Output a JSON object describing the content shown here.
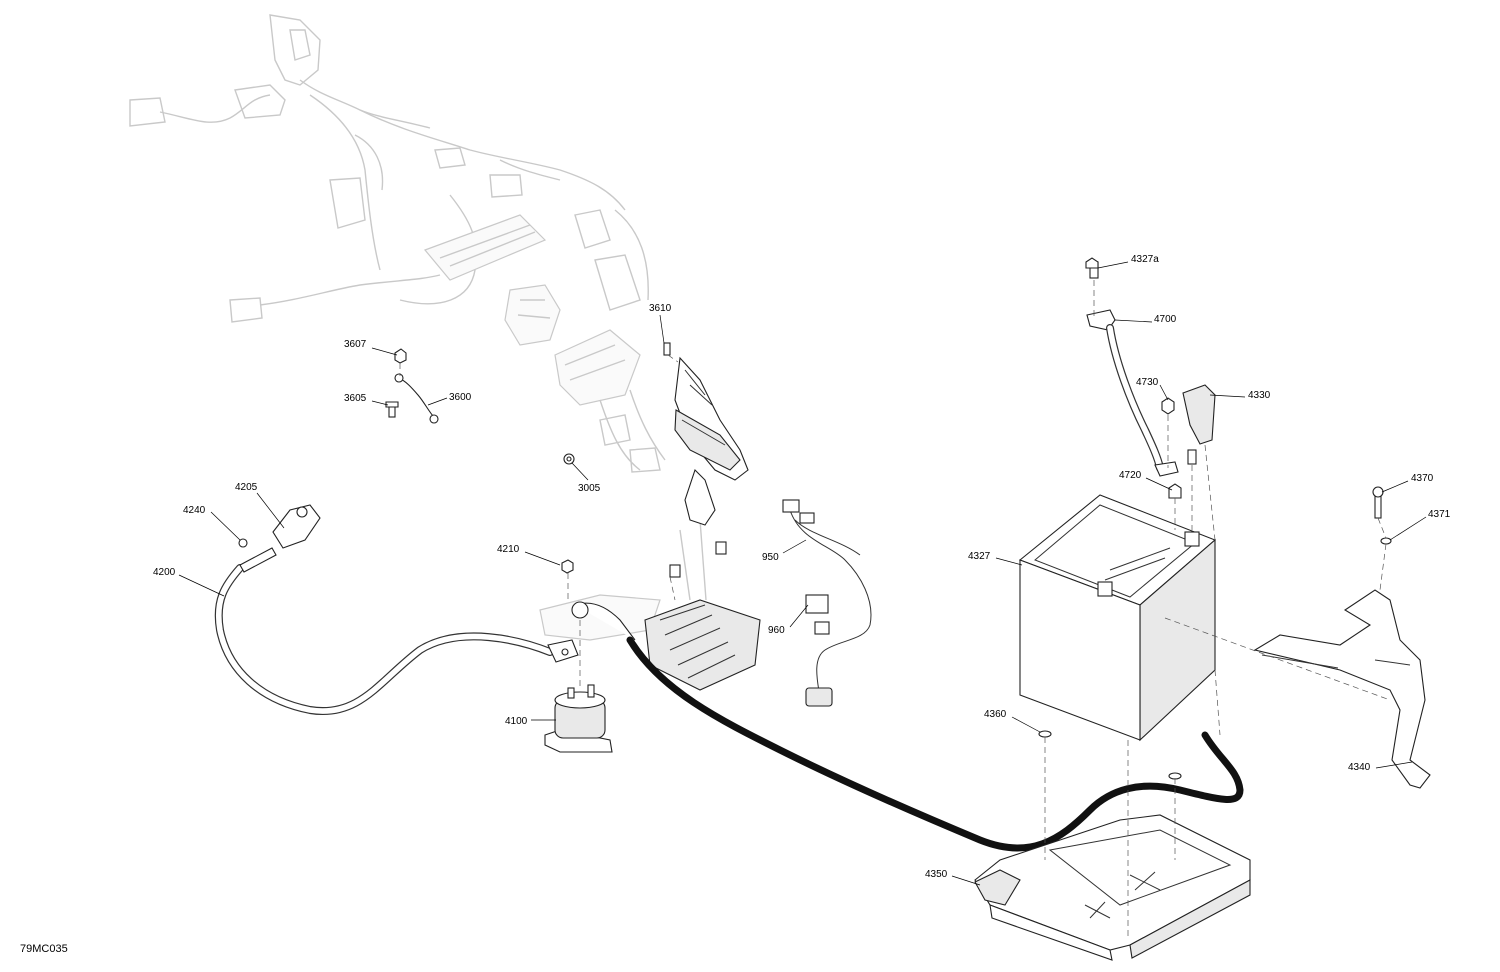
{
  "diagram_code": "79MC035",
  "callouts": [
    {
      "id": "3607",
      "label": "3607"
    },
    {
      "id": "3605",
      "label": "3605"
    },
    {
      "id": "3600",
      "label": "3600"
    },
    {
      "id": "3610",
      "label": "3610"
    },
    {
      "id": "3005",
      "label": "3005"
    },
    {
      "id": "4205",
      "label": "4205"
    },
    {
      "id": "4240",
      "label": "4240"
    },
    {
      "id": "4200",
      "label": "4200"
    },
    {
      "id": "4210",
      "label": "4210"
    },
    {
      "id": "4100",
      "label": "4100"
    },
    {
      "id": "950",
      "label": "950"
    },
    {
      "id": "960",
      "label": "960"
    },
    {
      "id": "4327a",
      "label": "4327a"
    },
    {
      "id": "4700",
      "label": "4700"
    },
    {
      "id": "4730",
      "label": "4730"
    },
    {
      "id": "4330",
      "label": "4330"
    },
    {
      "id": "4720",
      "label": "4720"
    },
    {
      "id": "4327",
      "label": "4327"
    },
    {
      "id": "4370",
      "label": "4370"
    },
    {
      "id": "4371",
      "label": "4371"
    },
    {
      "id": "4360",
      "label": "4360"
    },
    {
      "id": "4340",
      "label": "4340"
    },
    {
      "id": "4350",
      "label": "4350"
    }
  ]
}
